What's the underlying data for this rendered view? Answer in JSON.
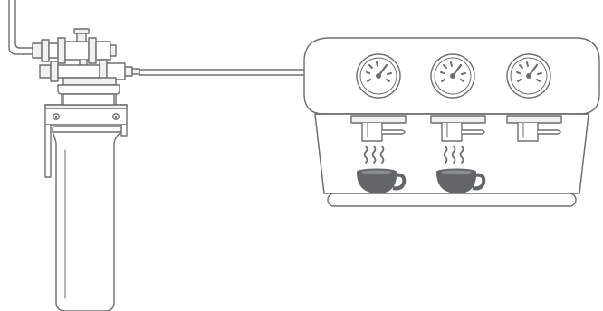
{
  "colors": {
    "background": "#ffffff",
    "line": "#6d6e71",
    "fill_light": "#ffffff",
    "fill_metal": "#f1f1f2",
    "cup": "#646569",
    "steam": "#6d6e71"
  },
  "illustration": {
    "parts": [
      "water-inlet-pipe",
      "filter-valve-head",
      "filter-mount-bracket",
      "filter-cartridge",
      "supply-line",
      "espresso-machine",
      "pressure-gauge",
      "group-head",
      "steam-wisps",
      "coffee-cup",
      "drip-tray"
    ],
    "gauge_count": 3,
    "group_head_count": 3,
    "cup_count": 2
  }
}
